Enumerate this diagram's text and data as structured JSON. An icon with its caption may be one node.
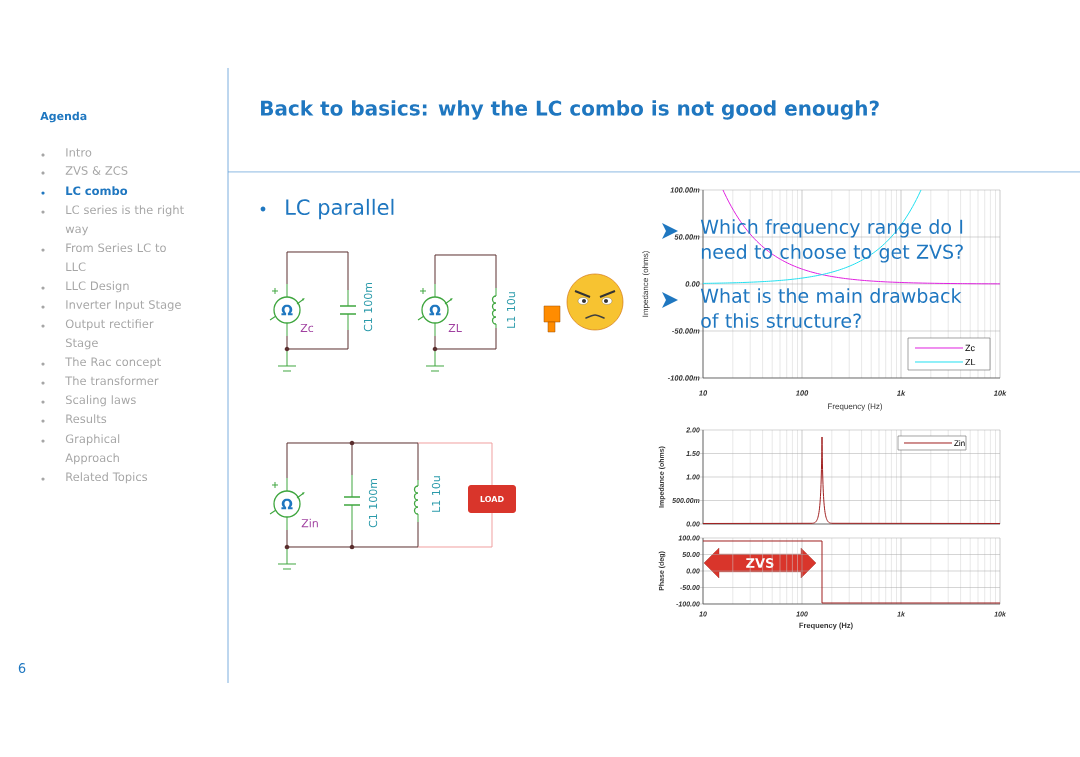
{
  "diagram": {
    "title": "Back to basics: why the LC combo is not good enough?",
    "nodes": [
      {
        "text": [
          "LOAD"
        ]
      },
      {
        "text": [
          "ZVS"
        ]
      }
    ],
    "labels": [
      "Agenda",
      "Intro",
      "ZVS & ZCS",
      "LC combo",
      "LC series is the right way",
      "From Series LC to LLC",
      "LLC Design",
      "Inverter Input Stage",
      "Output rectifier Stage",
      "The Rac concept",
      "The transformer",
      "Scaling laws",
      "Results",
      "Graphical Approach",
      "Related Topics",
      "6",
      "LC parallel",
      "Ω",
      "Zc",
      "C1 100m",
      "Ω",
      "ZL",
      "L1 10u",
      "Ω",
      "Zin",
      "C1 100m",
      "L1 10u",
      "Which frequency range do I need to choose to get ZVS?",
      "What is the main drawback of this structure?",
      "100.00m",
      "50.00m",
      "0.00",
      "-50.00m",
      "-100.00m",
      "Impedance (ohms)",
      "10",
      "100",
      "1k",
      "10k",
      "Frequency (Hz)",
      "2.00",
      "1.50",
      "1.00",
      "500.00m",
      "0.00",
      "Impedance (ohms)",
      "100.00",
      "50.00",
      "0.00",
      "-50.00",
      "-100.00",
      "Phase (deg)",
      "10",
      "100",
      "1k",
      "10k",
      "Frequency (Hz)"
    ],
    "legend": [
      {
        "text": "Zc"
      },
      {
        "text": "ZL"
      },
      {
        "text": "Zin"
      }
    ]
  }
}
